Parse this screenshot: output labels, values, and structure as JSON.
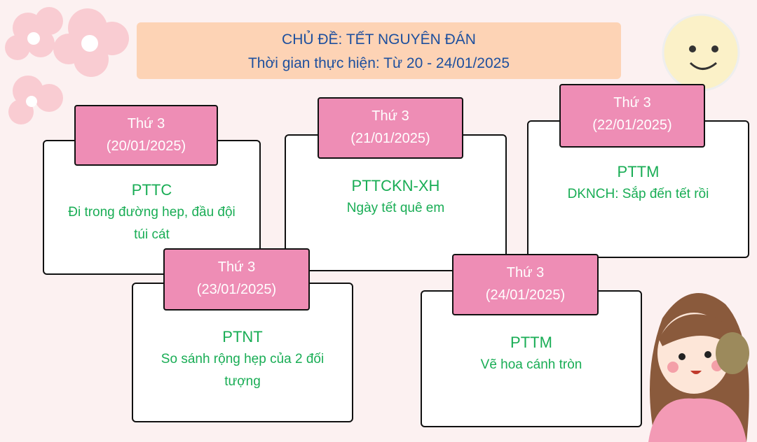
{
  "header": {
    "title": "CHỦ ĐỀ: TẾT NGUYÊN ĐÁN",
    "subtitle": "Thời gian thực hiện: Từ 20 - 24/01/2025"
  },
  "colors": {
    "header_bg": "#fdd3b5",
    "header_text": "#1d4f9e",
    "tab_bg": "#ee8db5",
    "activity_text": "#19ad55"
  },
  "cards": [
    {
      "day": "Thứ 3",
      "date": "(20/01/2025)",
      "subject": "PTTC",
      "activity": [
        "Đi trong đường hep, đầu đội",
        "túi cát"
      ]
    },
    {
      "day": "Thứ 3",
      "date": "(21/01/2025)",
      "subject": "PTTCKN-XH",
      "activity": [
        "Ngày tết quê em"
      ]
    },
    {
      "day": "Thứ 3",
      "date": "(22/01/2025)",
      "subject": "PTTM",
      "activity": [
        "DKNCH: Sắp đến tết rồi"
      ]
    },
    {
      "day": "Thứ 3",
      "date": "(23/01/2025)",
      "subject": "PTNT",
      "activity": [
        "So sánh rộng hẹp của 2 đối",
        "tượng"
      ]
    },
    {
      "day": "Thứ 3",
      "date": "(24/01/2025)",
      "subject": "PTTM",
      "activity": [
        "Vẽ hoa cánh tròn"
      ]
    }
  ]
}
